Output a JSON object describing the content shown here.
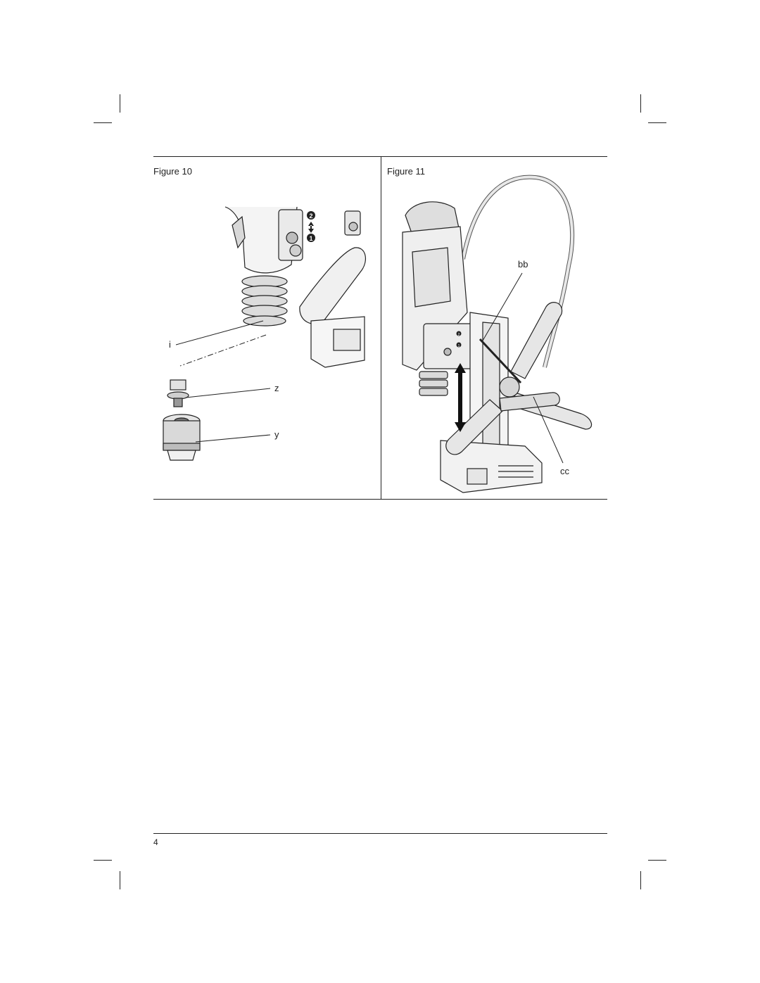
{
  "figures": [
    {
      "title": "Figure 10",
      "callouts": {
        "i": "i",
        "z": "z",
        "y": "y"
      },
      "badge_top": "2",
      "badge_bottom": "1"
    },
    {
      "title": "Figure 11",
      "callouts": {
        "bb": "bb",
        "cc": "cc"
      },
      "badge_top": "2",
      "badge_bottom": "1"
    }
  ],
  "footer": {
    "page_number": "4"
  }
}
